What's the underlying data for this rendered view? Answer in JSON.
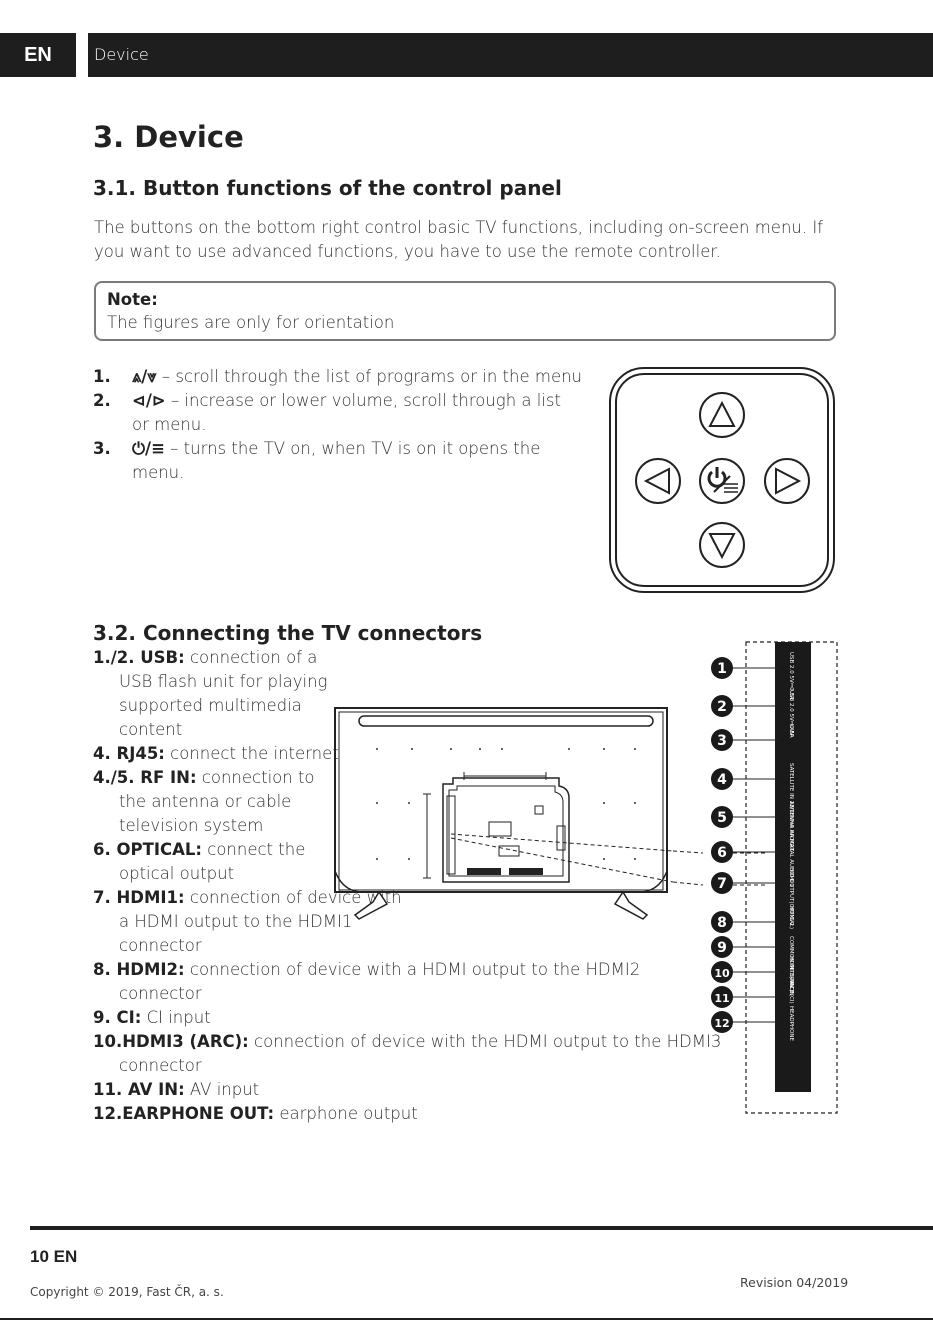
{
  "header": {
    "lang": "EN",
    "section": "Device"
  },
  "title": "3. Device",
  "section1": {
    "heading": "3.1. Button functions of the control panel",
    "paragraph": "The buttons on the bottom right control basic TV functions, including on-screen menu. If you want to use advanced functions, you have to use the remote controller.",
    "note_title": "Note:",
    "note_text": "The figures are only for orientation",
    "items": [
      {
        "num": "1.",
        "symbol": "⩓/⩔",
        "text": " – scroll through the list of programs or in the menu"
      },
      {
        "num": "2.",
        "symbol": "⊲/⊳",
        "text": " – increase or lower volume, scroll through a list or menu."
      },
      {
        "num": "3.",
        "symbol": "⏻/≡",
        "text": " – turns the TV on, when TV is on it opens the menu."
      }
    ]
  },
  "section2": {
    "heading": "3.2. Connecting the TV connectors",
    "items": [
      {
        "label": "1./2. USB:",
        "text": " connection of a USB flash unit for playing supported multimedia content"
      },
      {
        "label": "4. RJ45:",
        "text": " connect the internet"
      },
      {
        "label": "4./5. RF IN:",
        "text": " connection to the antenna or cable television system"
      },
      {
        "label": "6. OPTICAL:",
        "text": " connect the optical output"
      },
      {
        "label": "7. HDMI1:",
        "text": " connection of device with a HDMI output to the HDMI1 connector"
      },
      {
        "label": "8. HDMI2:",
        "text": " connection of device with a HDMI output to the HDMI2 connector"
      },
      {
        "label": "9. CI:",
        "text": " CI input"
      },
      {
        "label": "10.HDMI3 (ARC):",
        "text": " connection of device with the HDMI output to the HDMI3 connector"
      },
      {
        "label": "11. AV IN:",
        "text": " AV input"
      },
      {
        "label": "12.EARPHONE OUT:",
        "text": " earphone output"
      }
    ],
    "callouts": [
      "1",
      "2",
      "3",
      "4",
      "5",
      "6",
      "7",
      "8",
      "9",
      "10",
      "11",
      "12"
    ],
    "port_labels": [
      "USB 2.0 5V⎓0.5A",
      "USB 2.0 5V⎓0.5A",
      "LAN",
      "SATELLITE IN 13/18V⎓0.4A MAX",
      "ANTENNA IN",
      "DIGITAL AUDIO OUTPUT(OPTICAL)",
      "HDMI 1",
      "HDMI 2",
      "COMMON INTERFACE(CI)",
      "HDMI 3(ARC)",
      "AV IN",
      "HEADPHONE"
    ]
  },
  "footer": {
    "page": "10 EN",
    "copyright": "Copyright ©  2019, Fast ČR, a. s.",
    "revision": "Revision 04/2019"
  }
}
